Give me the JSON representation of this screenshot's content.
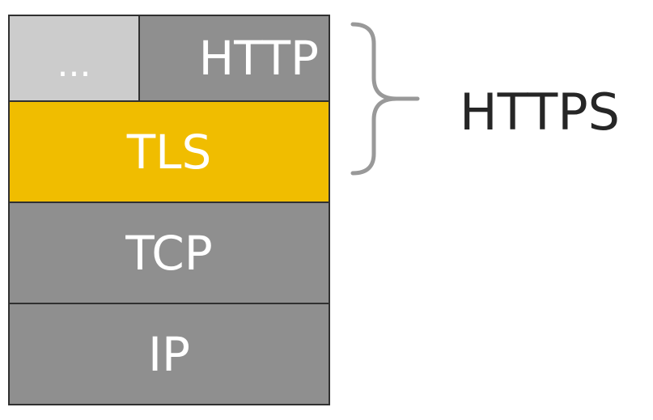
{
  "layers": {
    "ellipsis": "...",
    "http": "HTTP",
    "tls": "TLS",
    "tcp": "TCP",
    "ip": "IP"
  },
  "brace_label": "HTTPS",
  "colors": {
    "gray_layer": "#8f8f8f",
    "light_layer": "#cccccc",
    "tls_layer": "#f0bd00",
    "border": "#303030",
    "brace": "#999999",
    "text_dark": "#262626",
    "text_light": "#ffffff"
  }
}
